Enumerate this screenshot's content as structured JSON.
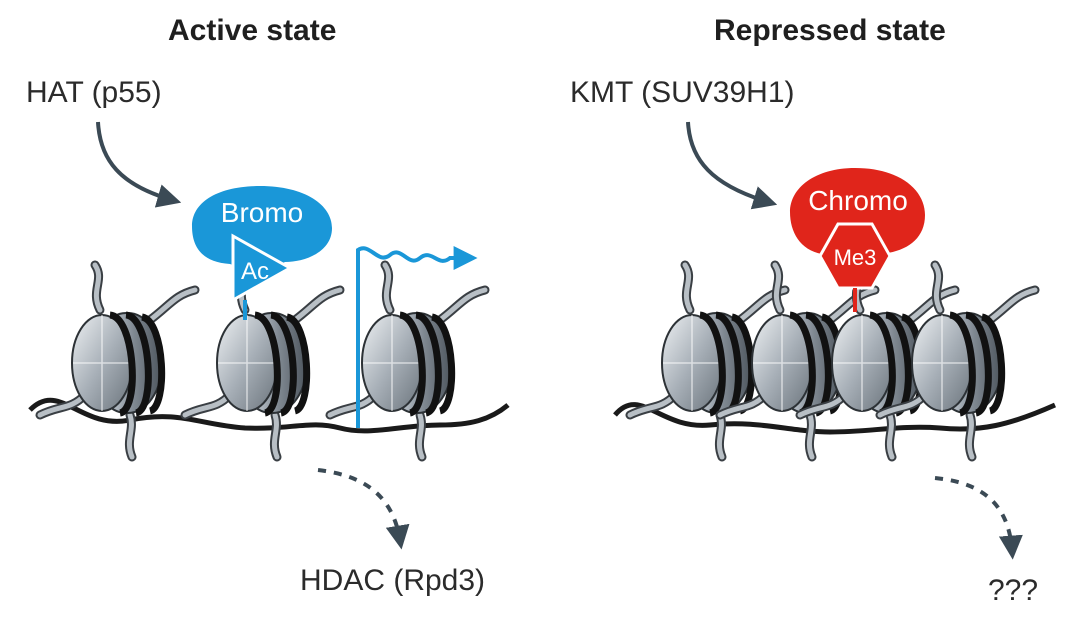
{
  "active": {
    "title": "Active state",
    "writer": "HAT (p55)",
    "reader": "Bromo",
    "mark": "Ac",
    "eraser": "HDAC (Rpd3)"
  },
  "repressed": {
    "title": "Repressed state",
    "writer": "KMT (SUV39H1)",
    "reader": "Chromo",
    "mark": "Me3",
    "eraser": "???"
  },
  "colors": {
    "bromo": "#1a97d8",
    "chromo": "#e0251b",
    "dna": "#1a1a1a",
    "arrow": "#3b4a55",
    "transcript": "#1a97d8"
  },
  "icons": {
    "nucleosome": "nucleosome-icon",
    "transcript": "transcript-wave-icon"
  }
}
